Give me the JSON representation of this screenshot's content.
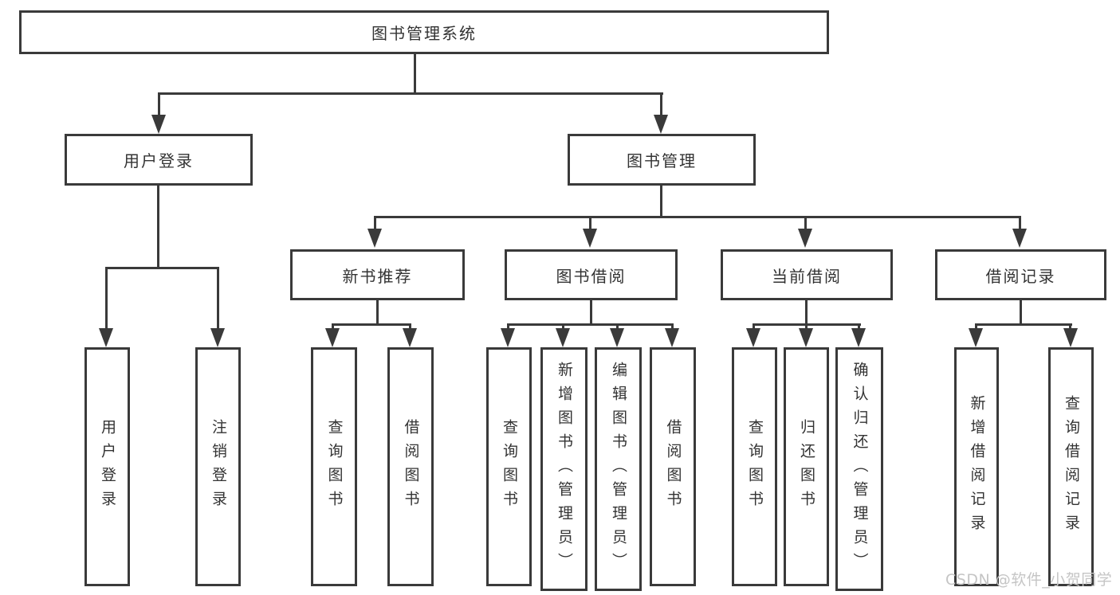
{
  "diagram": {
    "root": {
      "label": "图书管理系统"
    },
    "branches": {
      "user_login": {
        "label": "用户登录",
        "children": {
          "login": {
            "label": "用户登录"
          },
          "logout": {
            "label": "注销登录"
          }
        }
      },
      "book_management": {
        "label": "图书管理",
        "children": {
          "new_book_recommend": {
            "label": "新书推荐",
            "children": {
              "query_book": {
                "label": "查询图书"
              },
              "borrow_book": {
                "label": "借阅图书"
              }
            }
          },
          "book_borrow": {
            "label": "图书借阅",
            "children": {
              "query_book": {
                "label": "查询图书"
              },
              "add_book": {
                "label": "新增图书（管理员）"
              },
              "edit_book": {
                "label": "编辑图书（管理员）"
              },
              "borrow_book": {
                "label": "借阅图书"
              }
            }
          },
          "current_borrow": {
            "label": "当前借阅",
            "children": {
              "query_book": {
                "label": "查询图书"
              },
              "return_book": {
                "label": "归还图书"
              },
              "confirm_return": {
                "label": "确认归还（管理员）"
              }
            }
          },
          "borrow_records": {
            "label": "借阅记录",
            "children": {
              "add_record": {
                "label": "新增借阅记录"
              },
              "query_record": {
                "label": "查询借阅记录"
              }
            }
          }
        }
      }
    },
    "watermark": "CSDN @软件_小贺同学",
    "colors": {
      "line": "#3a3a3a",
      "text": "#333333",
      "watermark_text": "#c5c5c5",
      "background": "#ffffff"
    }
  }
}
